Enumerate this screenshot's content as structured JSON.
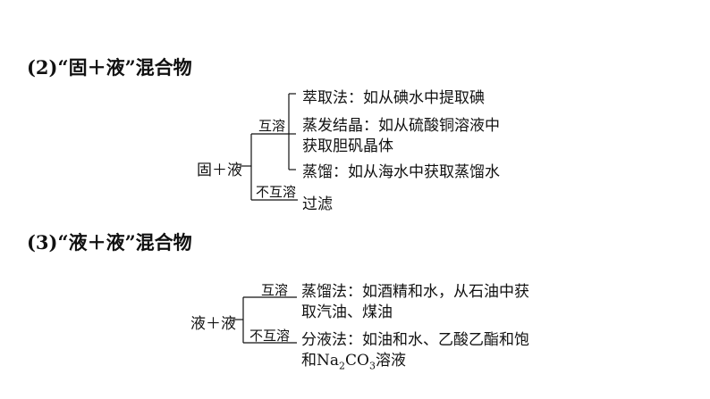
{
  "section2": {
    "heading": "(2)“固＋液”混合物",
    "root": "固＋液",
    "branch_soluble": "互溶",
    "branch_insoluble": "不互溶",
    "method1": "萃取法：如从碘水中提取碘",
    "method2_line1": "蒸发结晶：如从硫酸铜溶液中",
    "method2_line2": "获取胆矾晶体",
    "method3": "蒸馏：如从海水中获取蒸馏水",
    "method4": "过滤"
  },
  "section3": {
    "heading": "(3)“液＋液”混合物",
    "root": "液＋液",
    "branch_soluble": "互溶",
    "branch_insoluble": "不互溶",
    "method1_line1": "蒸馏法：如酒精和水，从石油中获",
    "method1_line2": "取汽油、煤油",
    "method2_line1": "分液法：如油和水、乙酸乙酯和饱",
    "method2_line2_prefix": "和Na",
    "method2_line2_sub1": "2",
    "method2_line2_mid": "CO",
    "method2_line2_sub2": "3",
    "method2_line2_suffix": "溶液"
  }
}
